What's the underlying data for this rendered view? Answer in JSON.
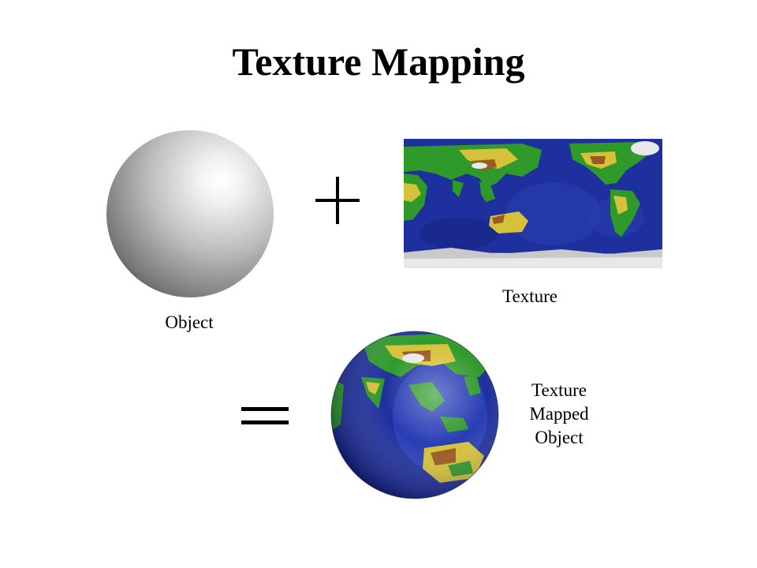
{
  "title": "Texture Mapping",
  "captions": {
    "object": "Object",
    "texture": "Texture",
    "mapped": [
      "Texture",
      "Mapped",
      "Object"
    ]
  },
  "operators": {
    "plus": "+",
    "equals": "="
  },
  "colors": {
    "ocean": "#1e2f9e",
    "land_green": "#2f9a2a",
    "land_yellow": "#d6c23a",
    "land_brown": "#9a5a22",
    "ice": "#e8e8e8"
  }
}
